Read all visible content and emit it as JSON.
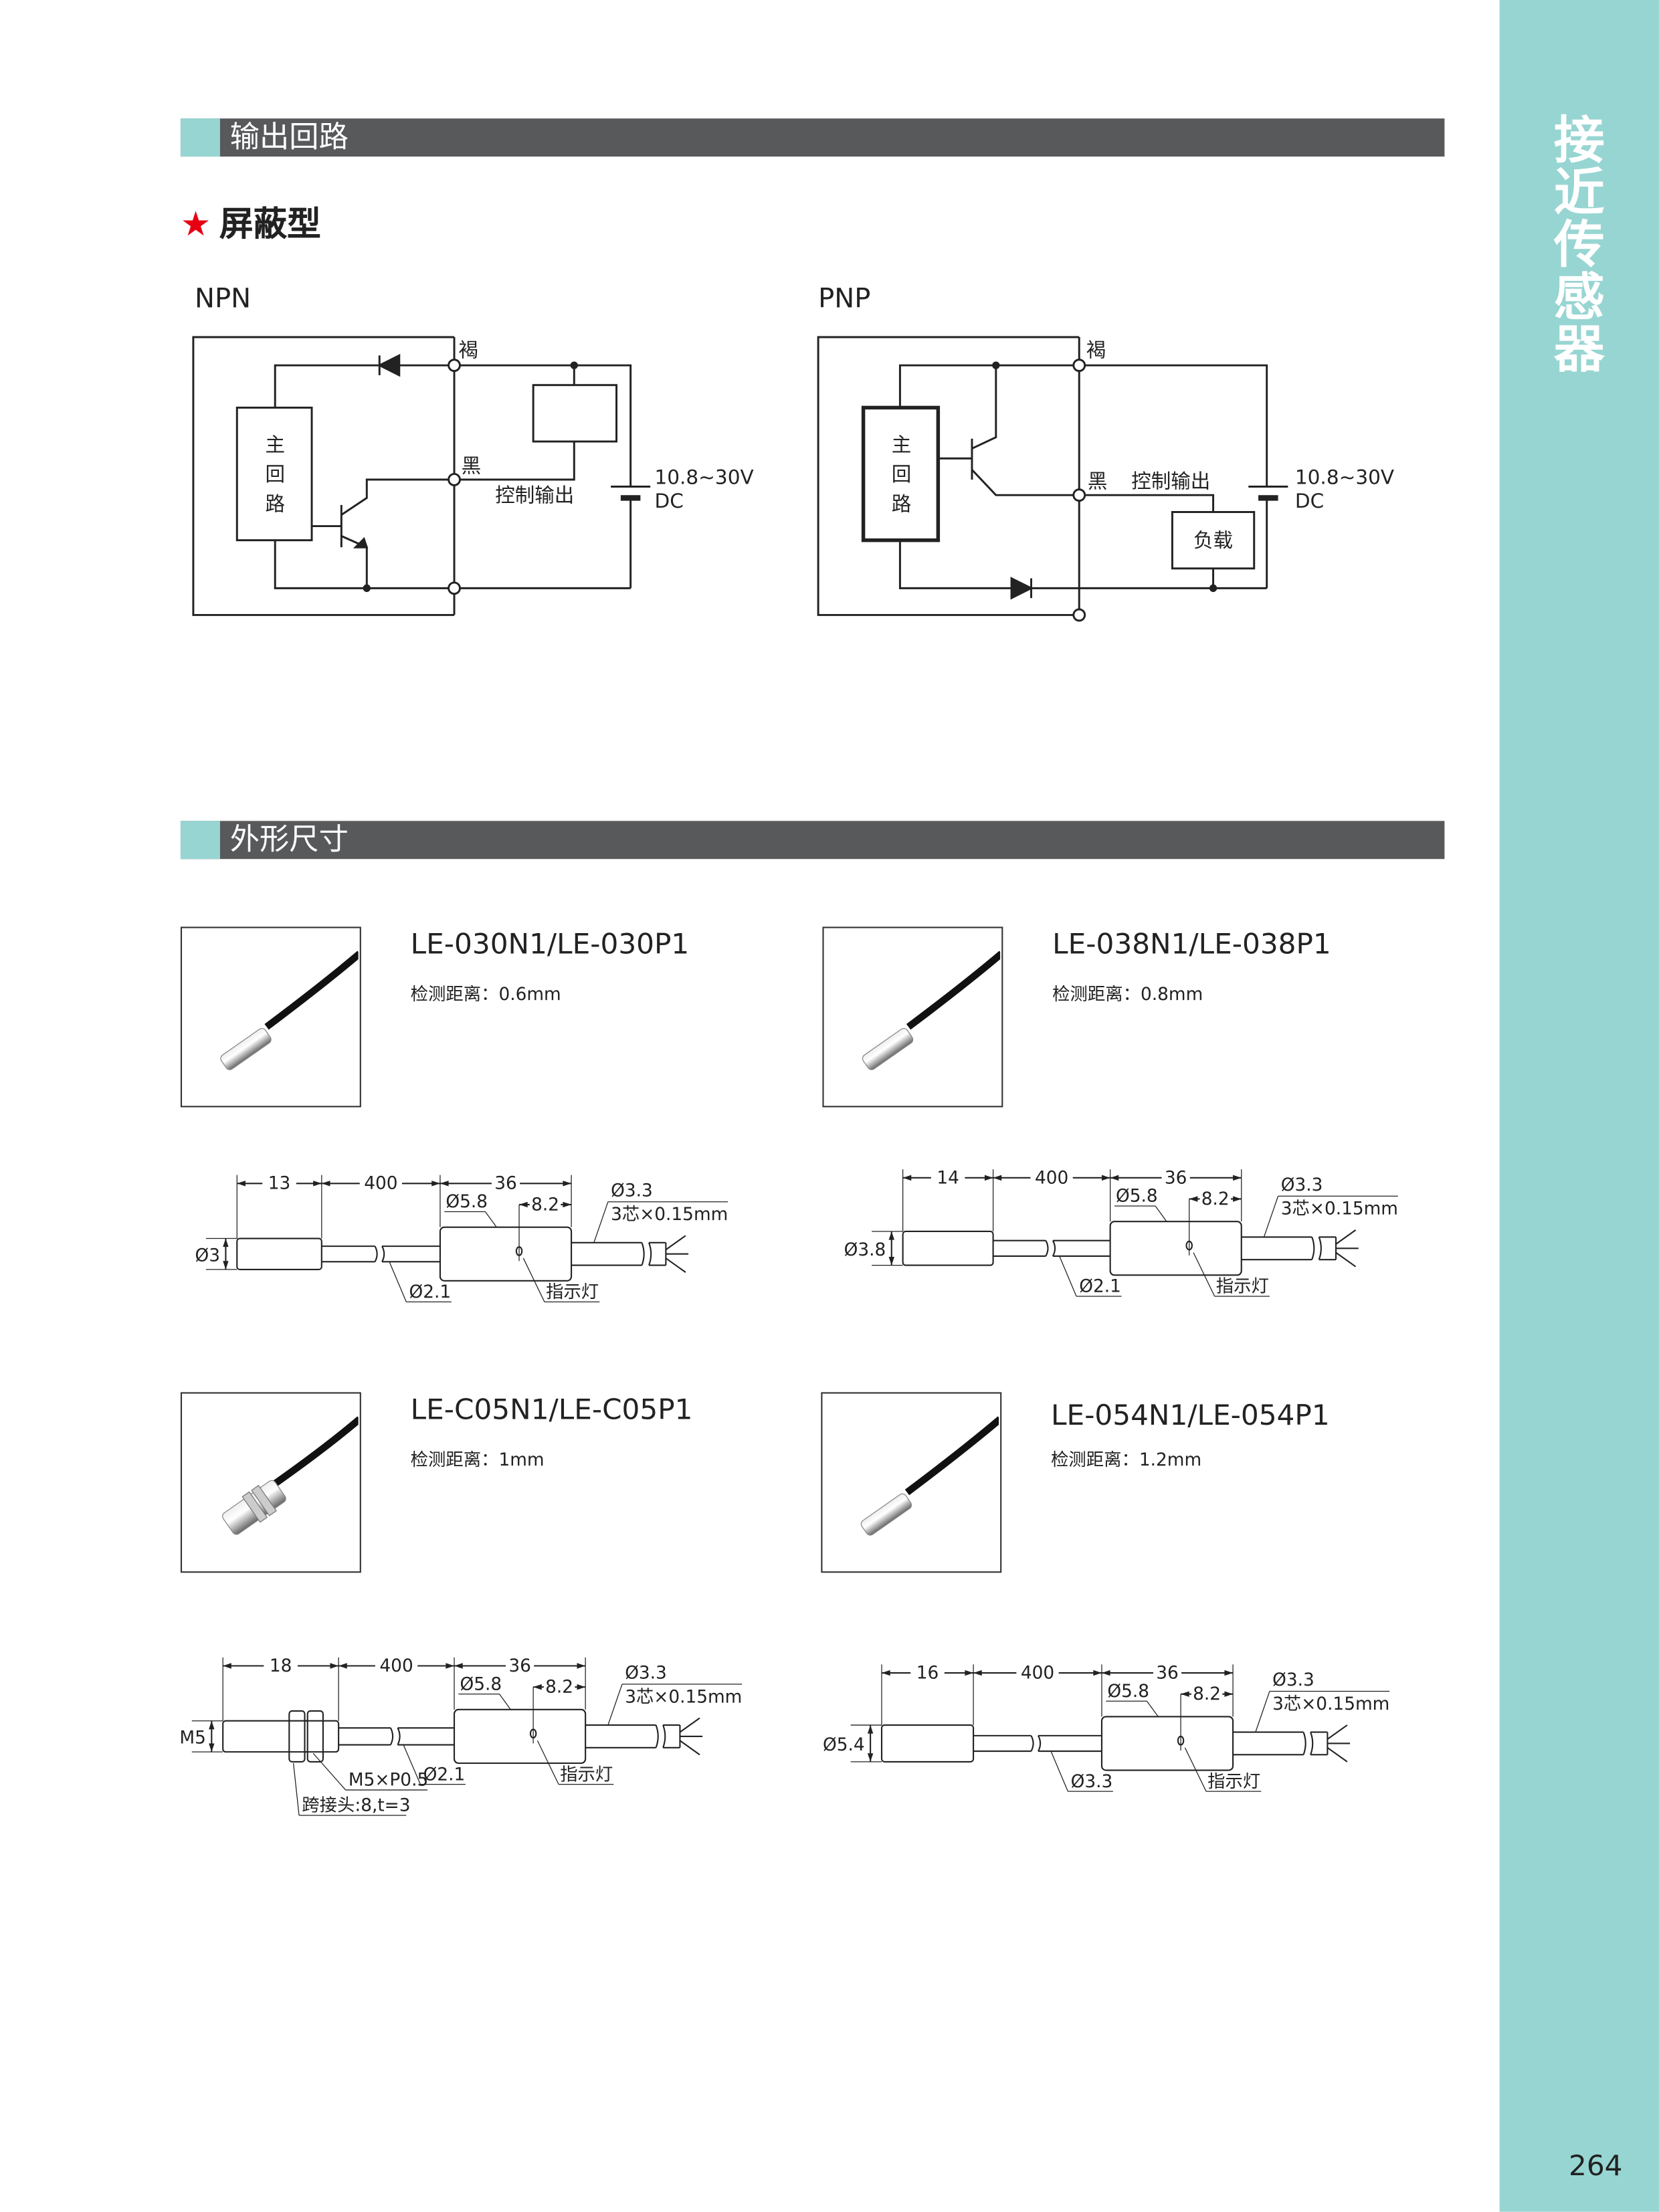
{
  "sections": {
    "circuit": "输出回路",
    "dimensions": "外形尺寸"
  },
  "subtitle": {
    "star": "★",
    "text": "屏蔽型"
  },
  "sidebar": {
    "title": [
      "接",
      "近",
      "传",
      "感",
      "器"
    ]
  },
  "page_number": "264",
  "colors": {
    "accent": "#97d5d2",
    "bar": "#58595b",
    "star": "#e60012"
  },
  "npn": {
    "label": "NPN",
    "brown": "褐",
    "black": "黑",
    "output": "控制输出",
    "main": [
      "主",
      "回",
      "路"
    ],
    "voltage": "10.8~30V",
    "dc": "DC"
  },
  "pnp": {
    "label": "PNP",
    "brown": "褐",
    "black": "黑",
    "output": "控制输出",
    "main": [
      "主",
      "回",
      "路"
    ],
    "load": "负载",
    "voltage": "10.8~30V",
    "dc": "DC"
  },
  "products": [
    {
      "model": "LE-030N1/LE-030P1",
      "spec": "检测距离：0.6mm",
      "dims": {
        "head_len": "13",
        "cable_len": "400",
        "body_len": "36",
        "body_dia": "Ø5.8",
        "led_pos": "8.2",
        "cable_dia": "Ø3.3",
        "cores": "3芯×0.15mm",
        "head_dia": "Ø3",
        "thin_dia": "Ø2.1",
        "led": "指示灯"
      }
    },
    {
      "model": "LE-038N1/LE-038P1",
      "spec": "检测距离：0.8mm",
      "dims": {
        "head_len": "14",
        "cable_len": "400",
        "body_len": "36",
        "body_dia": "Ø5.8",
        "led_pos": "8.2",
        "cable_dia": "Ø3.3",
        "cores": "3芯×0.15mm",
        "head_dia": "Ø3.8",
        "thin_dia": "Ø2.1",
        "led": "指示灯"
      }
    },
    {
      "model": "LE-C05N1/LE-C05P1",
      "spec": "检测距离：1mm",
      "dims": {
        "head_len": "18",
        "cable_len": "400",
        "body_len": "36",
        "body_dia": "Ø5.8",
        "led_pos": "8.2",
        "cable_dia": "Ø3.3",
        "cores": "3芯×0.15mm",
        "head_dia": "M5",
        "thin_dia": "Ø2.1",
        "led": "指示灯",
        "thread": "M5×P0.5",
        "nut": "跨接头:8,t=3"
      }
    },
    {
      "model": "LE-054N1/LE-054P1",
      "spec": "检测距离：1.2mm",
      "dims": {
        "head_len": "16",
        "cable_len": "400",
        "body_len": "36",
        "body_dia": "Ø5.8",
        "led_pos": "8.2",
        "cable_dia": "Ø3.3",
        "cores": "3芯×0.15mm",
        "head_dia": "Ø5.4",
        "thin_dia": "Ø3.3",
        "led": "指示灯"
      }
    }
  ]
}
